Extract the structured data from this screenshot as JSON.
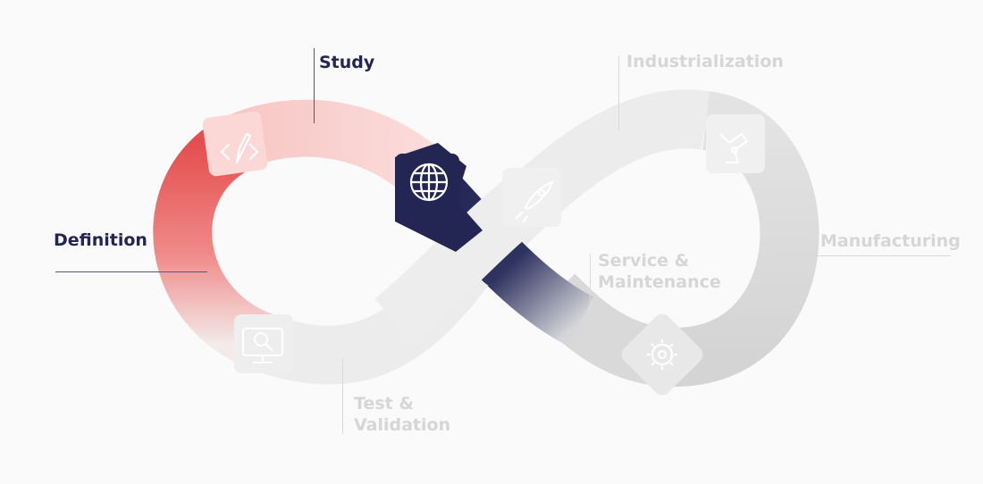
{
  "colors": {
    "background": "#fafafa",
    "active_dark": "#232652",
    "study_pink": "#f9d3d1",
    "definition_red": "#e44e4e",
    "inactive_band": "#ececec",
    "inactive_band_dark": "#d7d7d7",
    "inactive_text": "#d6d6d6",
    "icon_white": "#ffffff"
  },
  "phases": [
    {
      "key": "definition",
      "label": "Definition",
      "state": "active",
      "icon": "web-code-icon"
    },
    {
      "key": "study",
      "label": "Study",
      "state": "active",
      "icon": "pencil-code-icon"
    },
    {
      "key": "industrialization",
      "label": "Industrialization",
      "state": "inactive",
      "icon": "robot-arm-icon"
    },
    {
      "key": "manufacturing",
      "label": "Manufacturing",
      "state": "inactive",
      "icon": "gear-icon"
    },
    {
      "key": "service",
      "label": "Service &\nMaintenance",
      "state": "inactive",
      "icon": "rocket-icon"
    },
    {
      "key": "test",
      "label": "Test &\nValidation",
      "state": "inactive",
      "icon": "monitor-search-icon"
    }
  ],
  "current_icon": "globe-icon"
}
